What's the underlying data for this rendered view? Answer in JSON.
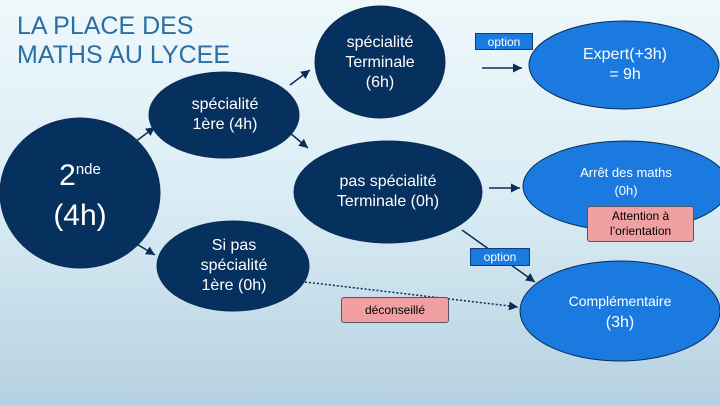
{
  "title": [
    "LA PLACE DES",
    "MATHS AU LYCEE"
  ],
  "nodes": {
    "seconde": {
      "main": "2",
      "sup": "nde",
      "hours": "(4h)"
    },
    "spe1": [
      "spécialité",
      "1ère  (4h)"
    ],
    "speT": [
      "spécialité",
      "Terminale",
      "(6h)"
    ],
    "pasSpeT": [
      "pas spécialité",
      "Terminale (0h)"
    ],
    "siPas": [
      "Si pas",
      "spécialité",
      "1ère  (0h)"
    ],
    "expert": [
      "Expert(+3h)",
      "= 9h"
    ],
    "arret": [
      "Arrêt des maths",
      "(0h)"
    ],
    "comp": [
      "Complémentaire",
      "(3h)"
    ]
  },
  "tags": {
    "option1": "option",
    "option2": "option",
    "attention": [
      "Attention à",
      "l’orientation"
    ],
    "deconseille": "déconseillé"
  },
  "colors": {
    "dark": "#06305e",
    "bright": "#1a7ae0",
    "warn": "#f0a0a0"
  }
}
